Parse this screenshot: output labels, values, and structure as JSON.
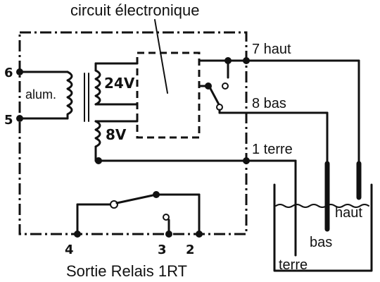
{
  "title": "circuit électronique",
  "labels": {
    "alum": "alum.",
    "v24": "24V",
    "v8": "8V",
    "haut_terminal": "7 haut",
    "bas_terminal": "8 bas",
    "terre_terminal": "1 terre",
    "caption": "Sortie Relais 1RT"
  },
  "terminals": {
    "t6": "6",
    "t5": "5",
    "t4": "4",
    "t3": "3",
    "t2": "2"
  },
  "tank": {
    "haut": "haut",
    "bas": "bas",
    "terre": "terre"
  }
}
